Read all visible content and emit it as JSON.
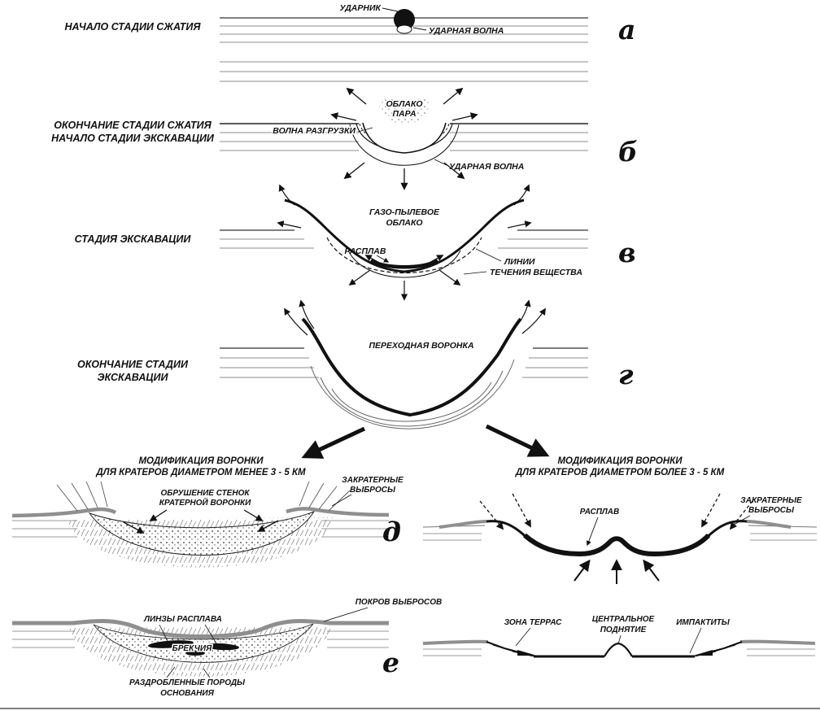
{
  "figure": {
    "stage_a": {
      "side_label": "НАЧАЛО СТАДИИ СЖАТИЯ",
      "impactor": "УДАРНИК",
      "shock_wave": "УДАРНАЯ ВОЛНА",
      "letter": "а"
    },
    "stage_b": {
      "side_label_1": "ОКОНЧАНИЕ СТАДИИ СЖАТИЯ",
      "side_label_2": "НАЧАЛО СТАДИИ ЭКСКАВАЦИИ",
      "vapor_cloud_1": "ОБЛАКО",
      "vapor_cloud_2": "ПАРА",
      "rarefaction_wave": "ВОЛНА РАЗГРУЗКИ",
      "shock_wave": "УДАРНАЯ ВОЛНА",
      "letter": "б"
    },
    "stage_v": {
      "side_label": "СТАДИЯ ЭКСКАВАЦИИ",
      "gas_dust_cloud_1": "ГАЗО-ПЫЛЕВОЕ",
      "gas_dust_cloud_2": "ОБЛАКО",
      "melt": "РАСПЛАВ",
      "flow_lines_1": "ЛИНИИ",
      "flow_lines_2": "ТЕЧЕНИЯ ВЕЩЕСТВА",
      "letter": "в"
    },
    "stage_g": {
      "side_label_1": "ОКОНЧАНИЕ СТАДИИ",
      "side_label_2": "ЭКСКАВАЦИИ",
      "transient_crater": "ПЕРЕХОДНАЯ ВОРОНКА",
      "letter": "г"
    },
    "stage_d_left": {
      "title_1": "МОДИФИКАЦИЯ ВОРОНКИ",
      "title_2": "ДЛЯ КРАТЕРОВ ДИАМЕТРОМ МЕНЕЕ 3 - 5 КМ",
      "ejecta_1": "ЗАКРАТЕРНЫЕ",
      "ejecta_2": "ВЫБРОСЫ",
      "wall_collapse_1": "ОБРУШЕНИЕ СТЕНОК",
      "wall_collapse_2": "КРАТЕРНОЙ ВОРОНКИ",
      "letter": "д"
    },
    "stage_d_right": {
      "title_1": "МОДИФИКАЦИЯ ВОРОНКИ",
      "title_2": "ДЛЯ КРАТЕРОВ ДИАМЕТРОМ БОЛЕЕ 3 - 5 КМ",
      "melt": "РАСПЛАВ",
      "ejecta_1": "ЗАКРАТЕРНЫЕ",
      "ejecta_2": "ВЫБРОСЫ"
    },
    "stage_e_left": {
      "ejecta_blanket": "ПОКРОВ ВЫБРОСОВ",
      "melt_lenses": "ЛИНЗЫ РАСПЛАВА",
      "breccia": "БРЕКЧИЯ",
      "basement_1": "РАЗДРОБЛЕННЫЕ ПОРОДЫ",
      "basement_2": "ОСНОВАНИЯ",
      "letter": "е"
    },
    "stage_e_right": {
      "terrace_zone": "ЗОНА ТЕРРАС",
      "central_uplift_1": "ЦЕНТРАЛЬНОЕ",
      "central_uplift_2": "ПОДНЯТИЕ",
      "impactites": "ИМПАКТИТЫ"
    }
  },
  "colors": {
    "ink": "#111111",
    "thin_line": "#8c8c8c",
    "ejecta_gray": "#8f8f8f",
    "background": "#ffffff"
  }
}
